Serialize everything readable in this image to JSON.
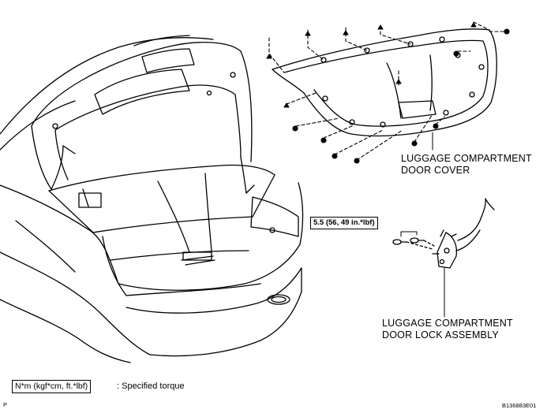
{
  "callouts": {
    "door_cover_line1": "LUGGAGE COMPARTMENT",
    "door_cover_line2": "DOOR COVER",
    "lock_line1": "LUGGAGE COMPARTMENT",
    "lock_line2": "DOOR LOCK ASSEMBLY"
  },
  "torque": {
    "spec": "5.5 (56, 49 in.*lbf)"
  },
  "legend": {
    "units": "N*m (kgf*cm, ft.*lbf)",
    "description": ": Specified torque"
  },
  "footer": {
    "page_mark": "P",
    "figure_code": "B136883E01"
  }
}
